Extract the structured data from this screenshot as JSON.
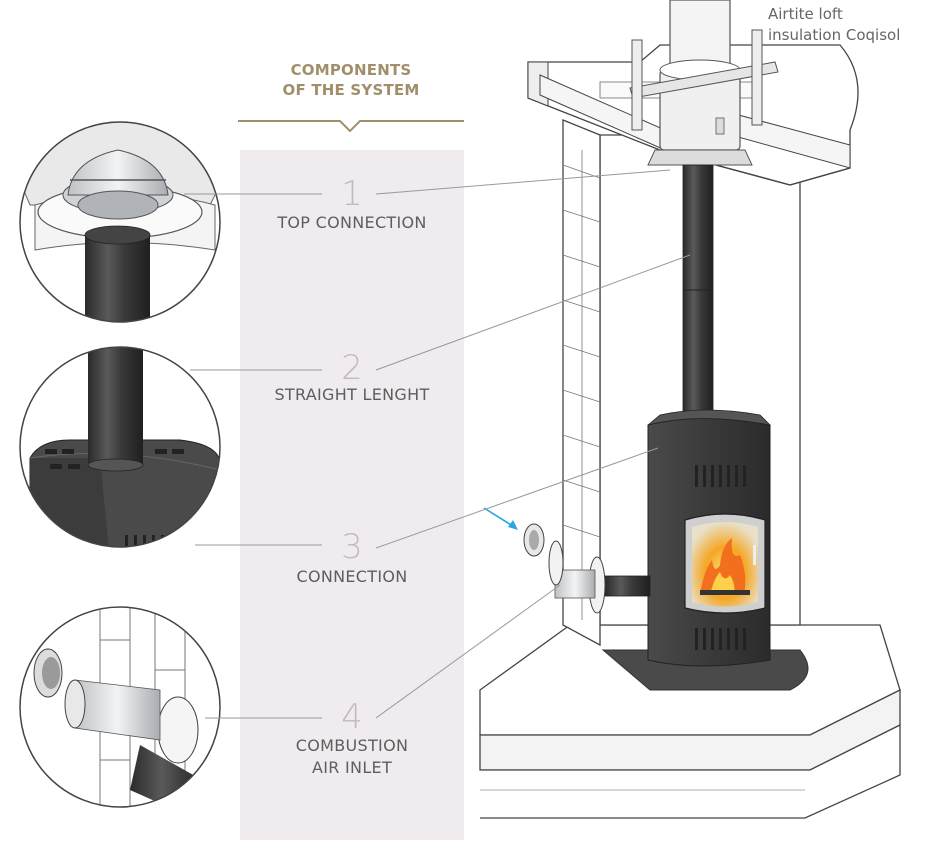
{
  "header": {
    "line1": "COMPONENTS",
    "line2": "OF THE SYSTEM"
  },
  "components": [
    {
      "number": "1",
      "label": "TOP CONNECTION"
    },
    {
      "number": "2",
      "label": "STRAIGHT LENGHT"
    },
    {
      "number": "3",
      "label": "CONNECTION"
    },
    {
      "number": "4",
      "label_line1": "COMBUSTION",
      "label_line2": "AIR INLET"
    }
  ],
  "callout": {
    "line1": "Airtite loft",
    "line2": "insulation Coqisol"
  },
  "colors": {
    "accent": "#a08f6a",
    "panel": "#efebee",
    "number": "#c2bbbd",
    "stove": "#3d3d3d",
    "flame": "#f5a623",
    "air_arrow": "#2aa7df"
  }
}
